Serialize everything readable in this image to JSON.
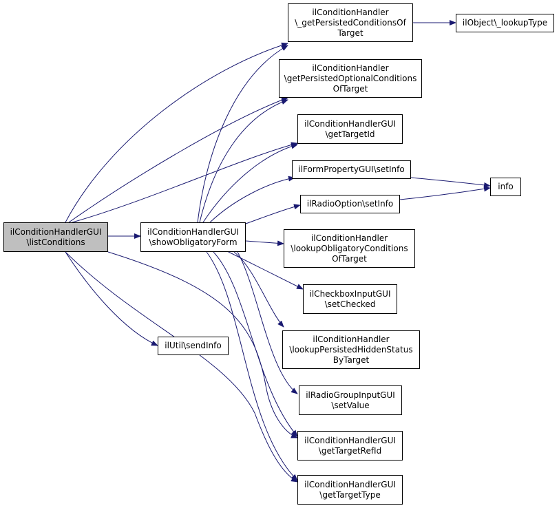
{
  "colors": {
    "edge": "#191970",
    "root_fill": "#bfbfbf",
    "node_fill": "#ffffff",
    "border": "#000000"
  },
  "nodes": {
    "root": {
      "line1": "ilConditionHandlerGUI",
      "line2": "\\listConditions"
    },
    "show_form": {
      "line1": "ilConditionHandlerGUI",
      "line2": "\\showObligatoryForm"
    },
    "send_info": {
      "line1": "ilUtil\\sendInfo"
    },
    "get_persisted": {
      "line1": "ilConditionHandler",
      "line2": "\\_getPersistedConditionsOf",
      "line3": "Target"
    },
    "lookup_type": {
      "line1": "ilObject\\_lookupType"
    },
    "get_optional": {
      "line1": "ilConditionHandler",
      "line2": "\\getPersistedOptionalConditions",
      "line3": "OfTarget"
    },
    "get_target_id": {
      "line1": "ilConditionHandlerGUI",
      "line2": "\\getTargetId"
    },
    "form_set_info": {
      "line1": "ilFormPropertyGUI\\setInfo"
    },
    "info": {
      "line1": "info"
    },
    "radio_set_info": {
      "line1": "ilRadioOption\\setInfo"
    },
    "lookup_obligatory": {
      "line1": "ilConditionHandler",
      "line2": "\\lookupObligatoryConditions",
      "line3": "OfTarget"
    },
    "set_checked": {
      "line1": "ilCheckboxInputGUI",
      "line2": "\\setChecked"
    },
    "lookup_hidden": {
      "line1": "ilConditionHandler",
      "line2": "\\lookupPersistedHiddenStatus",
      "line3": "ByTarget"
    },
    "set_value": {
      "line1": "ilRadioGroupInputGUI",
      "line2": "\\setValue"
    },
    "get_ref_id": {
      "line1": "ilConditionHandlerGUI",
      "line2": "\\getTargetRefId"
    },
    "get_type": {
      "line1": "ilConditionHandlerGUI",
      "line2": "\\getTargetType"
    }
  }
}
